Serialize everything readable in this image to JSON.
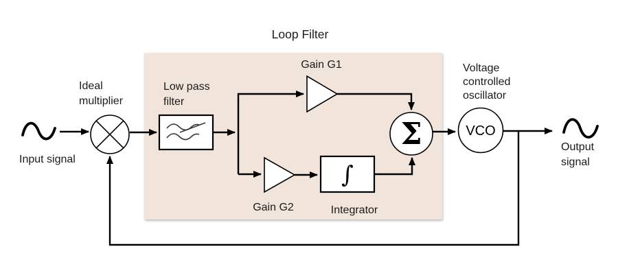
{
  "diagram": {
    "title": "Loop Filter",
    "colors": {
      "region_fill": "#f1e4da",
      "line": "#000000",
      "text": "#1b1b1b",
      "background": "#ffffff"
    },
    "labels": {
      "input_signal": "Input signal",
      "ideal_multiplier": [
        "Ideal",
        "multiplier"
      ],
      "low_pass_filter": [
        "Low pass",
        "filter"
      ],
      "gain_g1": "Gain G1",
      "gain_g2": "Gain G2",
      "integrator": "Integrator",
      "vco_caption": [
        "Voltage",
        "controlled",
        "oscillator"
      ],
      "output_signal": [
        "Output",
        "signal"
      ]
    },
    "symbols": {
      "summer": "Σ",
      "integrator": "∫",
      "vco": "VCO"
    }
  }
}
